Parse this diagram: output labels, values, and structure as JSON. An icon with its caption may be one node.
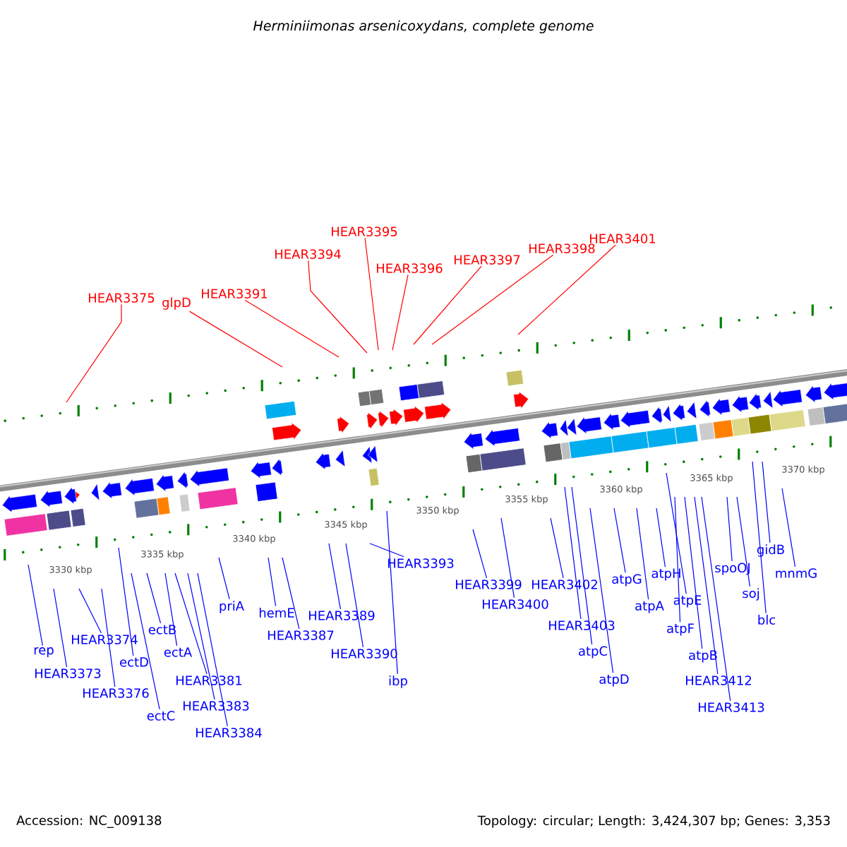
{
  "diagram": {
    "title": "Herminiimonas arsenicoxydans, complete genome",
    "nodes": [
      {
        "text": [
          "HEAR3375"
        ]
      },
      {
        "text": [
          "glpD"
        ]
      },
      {
        "text": [
          "HEAR3391"
        ]
      },
      {
        "text": [
          "HEAR3394"
        ]
      },
      {
        "text": [
          "HEAR3395"
        ]
      },
      {
        "text": [
          "HEAR3396"
        ]
      },
      {
        "text": [
          "HEAR3397"
        ]
      },
      {
        "text": [
          "HEAR3398"
        ]
      },
      {
        "text": [
          "HEAR3401"
        ]
      },
      {
        "text": [
          "rep"
        ]
      },
      {
        "text": [
          "HEAR3373"
        ]
      },
      {
        "text": [
          "HEAR3374"
        ]
      },
      {
        "text": [
          "HEAR3376"
        ]
      },
      {
        "text": [
          "ectD"
        ]
      },
      {
        "text": [
          "ectC"
        ]
      },
      {
        "text": [
          "ectB"
        ]
      },
      {
        "text": [
          "ectA"
        ]
      },
      {
        "text": [
          "HEAR3381"
        ]
      },
      {
        "text": [
          "HEAR3383"
        ]
      },
      {
        "text": [
          "HEAR3384"
        ]
      },
      {
        "text": [
          "priA"
        ]
      },
      {
        "text": [
          "hemE"
        ]
      },
      {
        "text": [
          "HEAR3387"
        ]
      },
      {
        "text": [
          "HEAR3389"
        ]
      },
      {
        "text": [
          "HEAR3390"
        ]
      },
      {
        "text": [
          "HEAR3393"
        ]
      },
      {
        "text": [
          "ibp"
        ]
      },
      {
        "text": [
          "HEAR3399"
        ]
      },
      {
        "text": [
          "HEAR3400"
        ]
      },
      {
        "text": [
          "HEAR3402"
        ]
      },
      {
        "text": [
          "HEAR3403"
        ]
      },
      {
        "text": [
          "atpC"
        ]
      },
      {
        "text": [
          "atpD"
        ]
      },
      {
        "text": [
          "atpG"
        ]
      },
      {
        "text": [
          "atpA"
        ]
      },
      {
        "text": [
          "atpH"
        ]
      },
      {
        "text": [
          "atpE"
        ]
      },
      {
        "text": [
          "atpF"
        ]
      },
      {
        "text": [
          "atpB"
        ]
      },
      {
        "text": [
          "HEAR3412"
        ]
      },
      {
        "text": [
          "HEAR3413"
        ]
      },
      {
        "text": [
          "spoOJ"
        ]
      },
      {
        "text": [
          "soj"
        ]
      },
      {
        "text": [
          "blc"
        ]
      },
      {
        "text": [
          "gidB"
        ]
      },
      {
        "text": [
          "mnmG"
        ]
      }
    ],
    "edges": [
      {
        "from": 0,
        "to": null,
        "arrow": "none",
        "color": "#ff0000"
      },
      {
        "from": 1,
        "to": null,
        "arrow": "none",
        "color": "#ff0000"
      },
      {
        "from": 2,
        "to": null,
        "arrow": "none",
        "color": "#ff0000"
      },
      {
        "from": 3,
        "to": null,
        "arrow": "none",
        "color": "#ff0000"
      },
      {
        "from": 4,
        "to": null,
        "arrow": "none",
        "color": "#ff0000"
      },
      {
        "from": 5,
        "to": null,
        "arrow": "none",
        "color": "#ff0000"
      },
      {
        "from": 6,
        "to": null,
        "arrow": "none",
        "color": "#ff0000"
      },
      {
        "from": 7,
        "to": null,
        "arrow": "none",
        "color": "#ff0000"
      },
      {
        "from": 8,
        "to": null,
        "arrow": "none",
        "color": "#ff0000"
      },
      {
        "from": 9,
        "to": null,
        "arrow": "none"
      },
      {
        "from": 10,
        "to": null,
        "arrow": "none"
      },
      {
        "from": 11,
        "to": null,
        "arrow": "none"
      },
      {
        "from": 12,
        "to": null,
        "arrow": "none"
      },
      {
        "from": 13,
        "to": null,
        "arrow": "none"
      },
      {
        "from": 14,
        "to": null,
        "arrow": "none"
      },
      {
        "from": 15,
        "to": null,
        "arrow": "none"
      },
      {
        "from": 16,
        "to": null,
        "arrow": "none"
      },
      {
        "from": 17,
        "to": null,
        "arrow": "none"
      },
      {
        "from": 18,
        "to": null,
        "arrow": "none"
      },
      {
        "from": 19,
        "to": null,
        "arrow": "none"
      },
      {
        "from": 20,
        "to": null,
        "arrow": "none"
      },
      {
        "from": 21,
        "to": null,
        "arrow": "none"
      },
      {
        "from": 22,
        "to": null,
        "arrow": "none"
      },
      {
        "from": 23,
        "to": null,
        "arrow": "none"
      },
      {
        "from": 24,
        "to": null,
        "arrow": "none"
      },
      {
        "from": 25,
        "to": null,
        "arrow": "none"
      },
      {
        "from": 26,
        "to": null,
        "arrow": "none"
      },
      {
        "from": 27,
        "to": null,
        "arrow": "none"
      },
      {
        "from": 28,
        "to": null,
        "arrow": "none"
      },
      {
        "from": 29,
        "to": null,
        "arrow": "none"
      },
      {
        "from": 30,
        "to": null,
        "arrow": "none"
      },
      {
        "from": 31,
        "to": null,
        "arrow": "none"
      },
      {
        "from": 32,
        "to": null,
        "arrow": "none"
      },
      {
        "from": 33,
        "to": null,
        "arrow": "none"
      },
      {
        "from": 34,
        "to": null,
        "arrow": "none"
      },
      {
        "from": 35,
        "to": null,
        "arrow": "none"
      },
      {
        "from": 36,
        "to": null,
        "arrow": "none"
      },
      {
        "from": 37,
        "to": null,
        "arrow": "none"
      },
      {
        "from": 38,
        "to": null,
        "arrow": "none"
      },
      {
        "from": 39,
        "to": null,
        "arrow": "none"
      },
      {
        "from": 40,
        "to": null,
        "arrow": "none"
      },
      {
        "from": 41,
        "to": null,
        "arrow": "none"
      },
      {
        "from": 42,
        "to": null,
        "arrow": "none"
      },
      {
        "from": 43,
        "to": null,
        "arrow": "none"
      },
      {
        "from": 44,
        "to": null,
        "arrow": "none"
      },
      {
        "from": 45,
        "to": null,
        "arrow": "none"
      }
    ],
    "labels": [
      "3330 kbp",
      "3335 kbp",
      "3340 kbp",
      "3345 kbp",
      "3350 kbp",
      "3355 kbp",
      "3360 kbp",
      "3365 kbp",
      "3370 kbp",
      "Accession: NC_009138",
      "Topology: circular; Length: 3,424,307 bp; Genes: 3,353"
    ]
  }
}
